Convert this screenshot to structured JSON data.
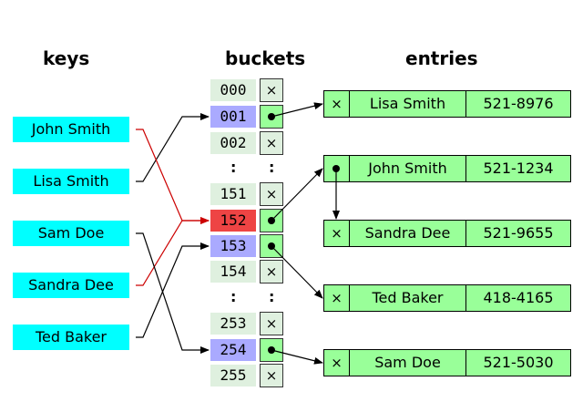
{
  "headers": {
    "keys": "keys",
    "buckets": "buckets",
    "entries": "entries"
  },
  "keys": [
    "John Smith",
    "Lisa Smith",
    "Sam Doe",
    "Sandra Dee",
    "Ted Baker"
  ],
  "buckets": [
    "000",
    "001",
    "002",
    "151",
    "152",
    "153",
    "154",
    "253",
    "254",
    "255"
  ],
  "bucket_colors": {
    "normal": "#dff0df",
    "used": "#aaaaff",
    "collision": "#ee4444"
  },
  "empty_marker": "×",
  "ellipsis": ":",
  "entries": [
    {
      "name": "Lisa Smith",
      "phone": "521-8976"
    },
    {
      "name": "John Smith",
      "phone": "521-1234"
    },
    {
      "name": "Sandra Dee",
      "phone": "521-9655"
    },
    {
      "name": "Ted Baker",
      "phone": "418-4165"
    },
    {
      "name": "Sam Doe",
      "phone": "521-5030"
    }
  ],
  "colors": {
    "key_fill": "#00ffff",
    "entry_fill": "#99ff99",
    "collision_line": "#cc0000"
  }
}
